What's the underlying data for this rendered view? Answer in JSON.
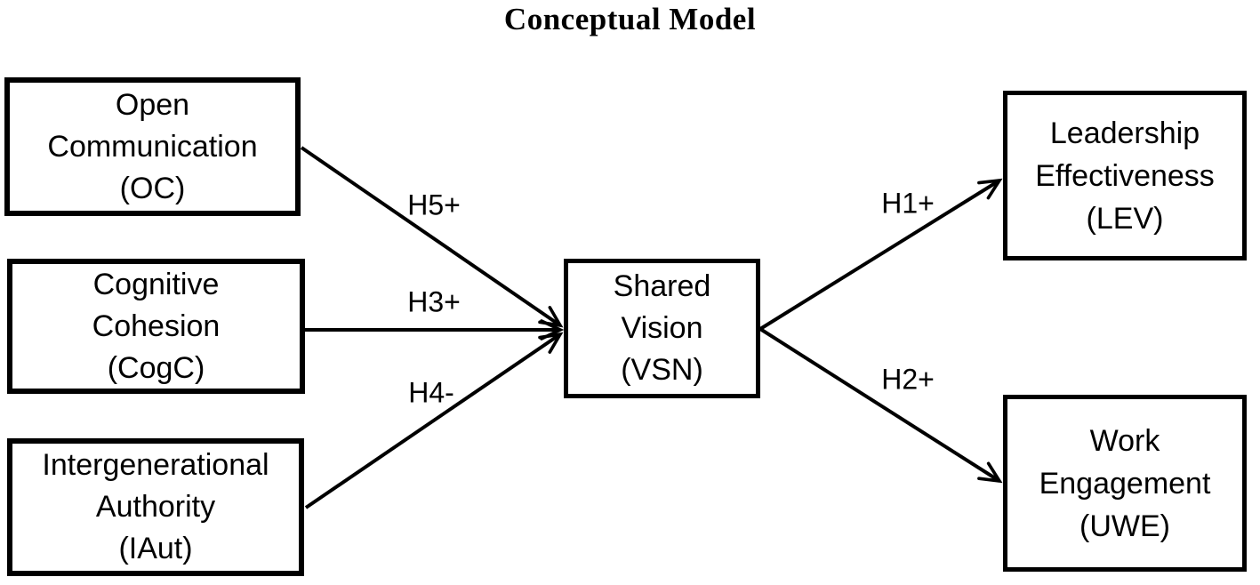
{
  "title": "Conceptual Model",
  "diagram": {
    "nodes": [
      {
        "id": "open-communication",
        "lines": [
          "Open",
          "Communication",
          "(OC)"
        ]
      },
      {
        "id": "cognitive-cohesion",
        "lines": [
          "Cognitive",
          "Cohesion",
          "(CogC)"
        ]
      },
      {
        "id": "intergenerational-authority",
        "lines": [
          "Intergenerational",
          "Authority",
          "(IAut)"
        ]
      },
      {
        "id": "shared-vision",
        "lines": [
          "Shared",
          "Vision",
          "(VSN)"
        ]
      },
      {
        "id": "leadership-effectiveness",
        "lines": [
          "Leadership",
          "Effectiveness",
          "(LEV)"
        ]
      },
      {
        "id": "work-engagement",
        "lines": [
          "Work",
          "Engagement",
          "(UWE)"
        ]
      }
    ],
    "edges": [
      {
        "from": "open-communication",
        "to": "shared-vision",
        "label": "H5+"
      },
      {
        "from": "cognitive-cohesion",
        "to": "shared-vision",
        "label": "H3+"
      },
      {
        "from": "intergenerational-authority",
        "to": "shared-vision",
        "label": "H4-"
      },
      {
        "from": "shared-vision",
        "to": "leadership-effectiveness",
        "label": "H1+"
      },
      {
        "from": "shared-vision",
        "to": "work-engagement",
        "label": "H2+"
      }
    ],
    "colors": {
      "stroke": "#000000",
      "text": "#000000",
      "background": "#ffffff"
    }
  }
}
